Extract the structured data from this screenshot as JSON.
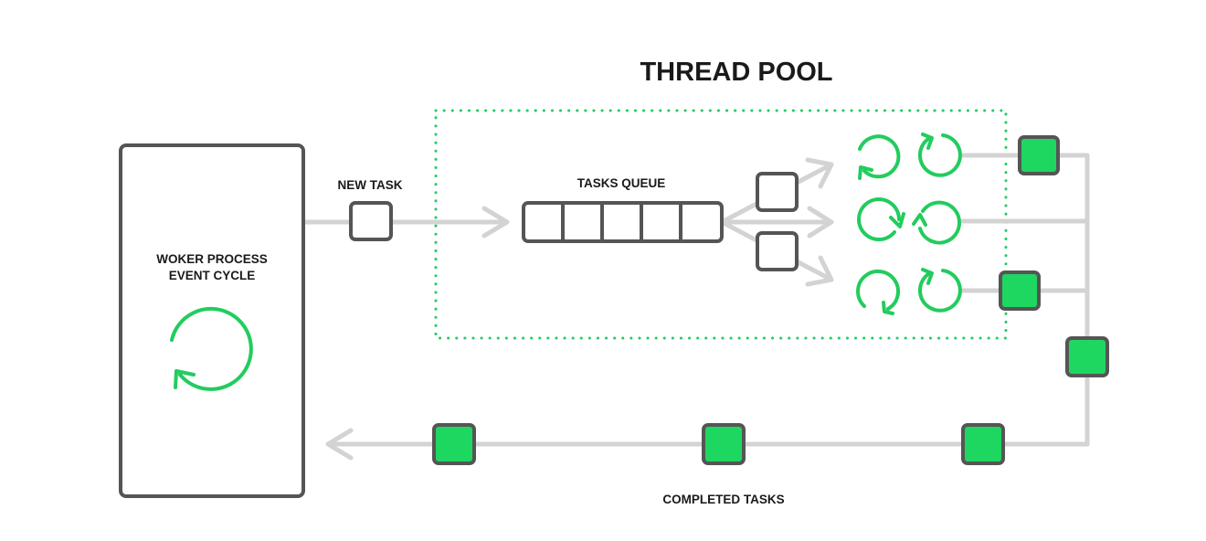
{
  "title": "THREAD POOL",
  "worker": {
    "line1": "WOKER PROCESS",
    "line2": "EVENT CYCLE"
  },
  "new_task_label": "NEW TASK",
  "queue_label": "TASKS QUEUE",
  "queue_slots": 5,
  "threads": 6,
  "completed_label": "COMPLETED TASKS",
  "colors": {
    "green": "#1ed760",
    "pool_border": "#22cc5e",
    "stroke": "#555555",
    "line": "#d3d3d3"
  }
}
